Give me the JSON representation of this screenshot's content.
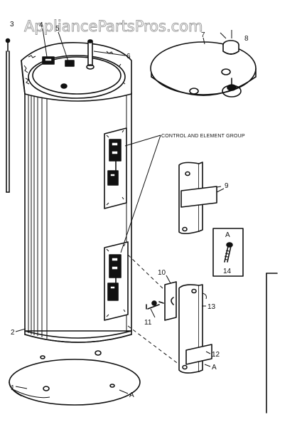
{
  "watermark": "AppliancePartsPros.com",
  "caption": "CONTROL AND ELEMENT GROUP",
  "callouts": {
    "c1": "1",
    "c2": "2",
    "c3": "3",
    "c4": "4",
    "c5": "5",
    "c6": "6",
    "c7": "7",
    "c8": "8",
    "c9": "9",
    "c10": "10",
    "c11": "11",
    "c12": "12",
    "c13": "13",
    "c14": "14",
    "a_base": "A",
    "a_panel": "A",
    "a_screw": "A"
  }
}
